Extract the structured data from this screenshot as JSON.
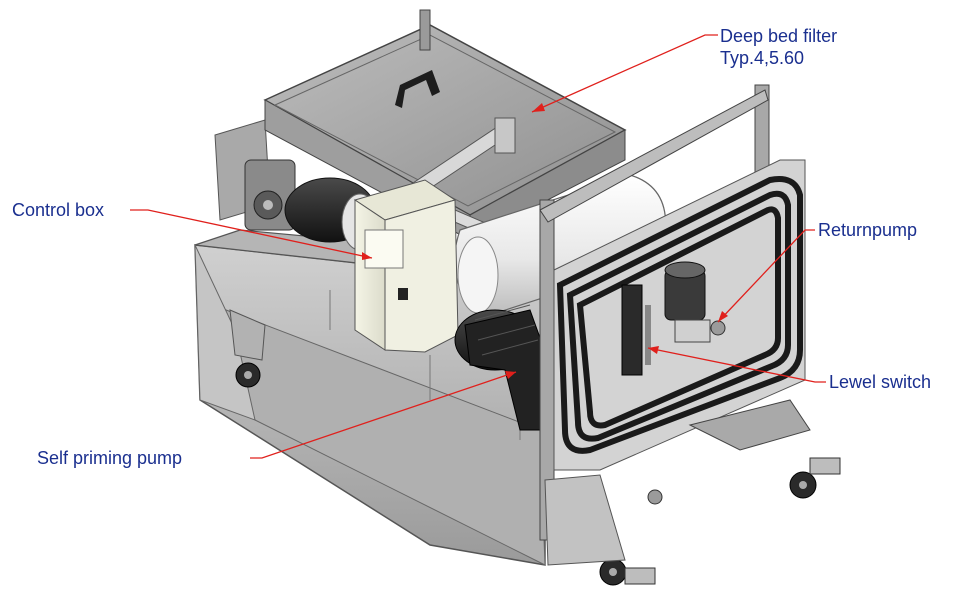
{
  "callouts": {
    "deep_bed_filter": {
      "line1": "Deep bed filter",
      "line2": "Typ.4,5.60"
    },
    "control_box": "Control box",
    "returnpump": "Returnpump",
    "lewel_switch": "Lewel switch",
    "self_priming_pump": "Self priming pump"
  },
  "colors": {
    "label_text": "#1a2f8f",
    "leader_line": "#e0201c",
    "steel_light": "#c9c9c9",
    "steel_mid": "#a8a8a8",
    "steel_dark": "#7d7d7d",
    "control_box": "#efefe0",
    "motor_black": "#1c1c1c"
  }
}
